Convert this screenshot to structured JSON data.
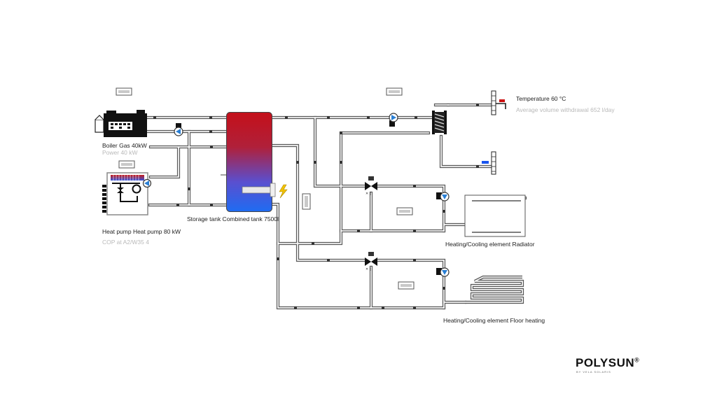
{
  "components": {
    "boiler": {
      "title": "Boiler Gas 40kW",
      "subtitle": "Power 40 kW"
    },
    "heat_pump": {
      "title": "Heat pump Heat pump 80 kW",
      "subtitle": "COP at A2/W35 4"
    },
    "storage_tank": {
      "title": "Storage tank Combined tank 7500l"
    },
    "hot_water": {
      "title": "Temperature 60 °C",
      "subtitle": "Average volume withdrawal 652 l/day"
    },
    "radiator": {
      "title": "Heating/Cooling element Radiator"
    },
    "floor_heating": {
      "title": "Heating/Cooling element Floor heating"
    }
  },
  "brand": {
    "name": "POLYSUN",
    "mark": "®",
    "tagline": "BY VELA SOLARIS"
  },
  "colors": {
    "pipe": "#555555",
    "pipe_fill": "#f4f4f4",
    "hot": "#cc1111",
    "cold": "#1a55ee",
    "pump": "#2a7fd4",
    "accent_yellow": "#f2c200"
  }
}
